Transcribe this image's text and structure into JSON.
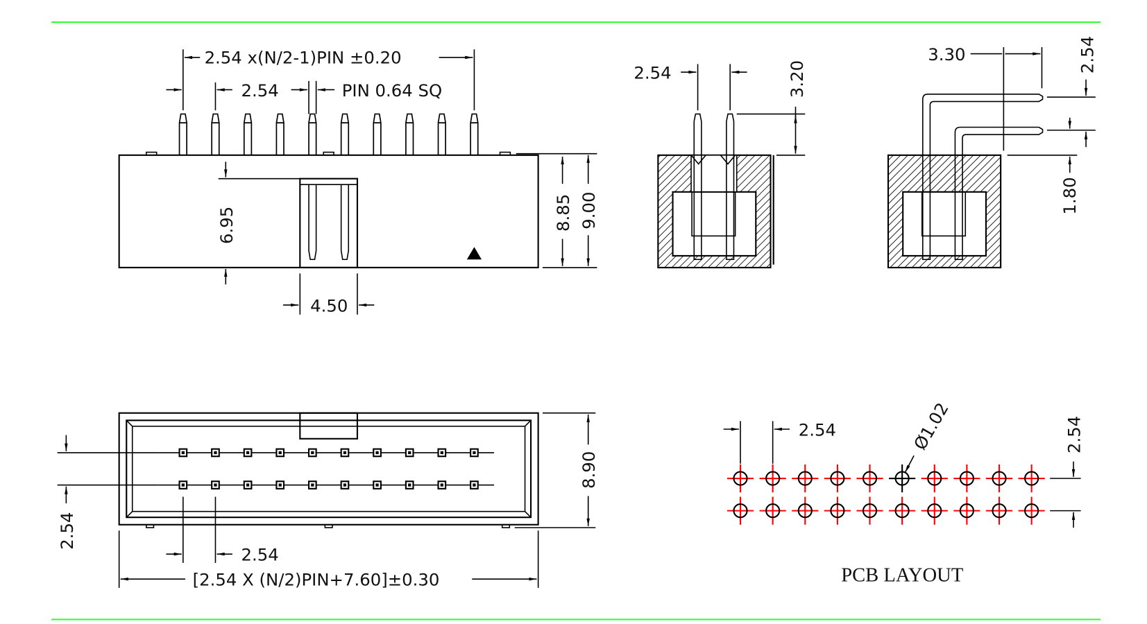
{
  "colors": {
    "frame_line": "#33ff33",
    "pcb_crosshair": "#ff0000",
    "ink": "#000000"
  },
  "pin_count_per_row": 10,
  "front_view": {
    "pitch_total_label": "2.54 x(N/2-1)PIN ±0.20",
    "pitch_label": "2.54",
    "pin_size_label": "PIN 0.64 SQ",
    "depth_label": "6.95",
    "slot_width_label": "4.50",
    "body_height_label": "8.85",
    "total_height_label": "9.00"
  },
  "side_view_straight": {
    "pitch_label": "2.54",
    "pin_height_label": "3.20"
  },
  "side_view_right_angle": {
    "offset_label": "3.30",
    "row_pitch_label": "2.54",
    "height_label": "1.80"
  },
  "bottom_view": {
    "row_pitch_label": "2.54",
    "width_label": "8.90",
    "pitch_label": "2.54",
    "length_label": "[2.54 X (N/2)PIN+7.60]±0.30"
  },
  "pcb_layout": {
    "pitch_label": "2.54",
    "hole_label": "Ø1.02",
    "row_pitch_label": "2.54",
    "title": "PCB LAYOUT"
  }
}
